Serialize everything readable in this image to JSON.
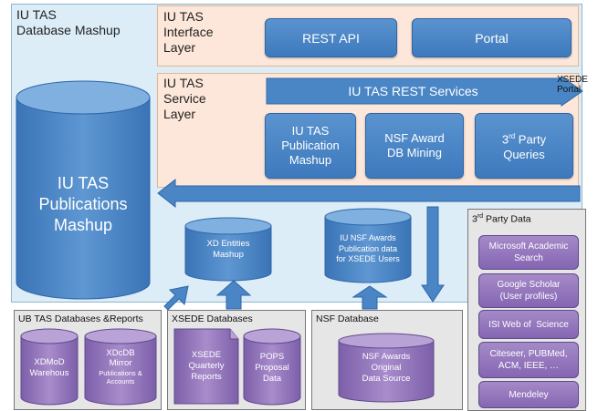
{
  "mashup_title": "IU TAS\nDatabase Mashup",
  "interface_layer": {
    "title": "IU TAS\nInterface\nLayer",
    "rest_api": "REST API",
    "portal": "Portal"
  },
  "service_layer": {
    "title": "IU TAS\nService\nLayer",
    "rest_services": "IU TAS REST Services",
    "xsede_portal": "XSEDE\nPortal",
    "publication_mashup": "IU TAS\nPublication\nMashup",
    "nsf_award_mining": "NSF Award\nDB Mining",
    "third_party_queries_sup": "rd",
    "third_party_queries_pre": "3",
    "third_party_queries_post": " Party\nQueries"
  },
  "publications_db": "IU TAS\nPublications\nMashup",
  "xd_entities": "XD Entities\nMashup",
  "nsf_awards_pub": "IU NSF Awards\nPublication data\nfor XSEDE Users",
  "third_party_data": {
    "title_pre": "3",
    "title_sup": "rd",
    "title_post": " Party Data",
    "items": [
      "Microsoft Academic\nSearch",
      "Google Scholar\n(User profiles)",
      "ISI Web of  Science",
      "Citeseer, PUBMed,\nACM, IEEE, …",
      "Mendeley"
    ]
  },
  "ub_panel": {
    "title": "UB TAS Databases &Reports",
    "xdmod": "XDMoD\nWarehous",
    "xdcdb_main": "XDcDB\nMirror",
    "xdcdb_sub": "Publications &\nAccounts"
  },
  "xsede_panel": {
    "title": "XSEDE Databases",
    "quarterly": "XSEDE\nQuarterly\nReports",
    "pops": "POPS\nProposal\nData"
  },
  "nsf_panel": {
    "title": "NSF Database",
    "source": "NSF Awards\nOriginal\nData Source"
  },
  "colors": {
    "blue": "#4a86c6",
    "purple": "#9476bd",
    "peach": "#fde7da",
    "light_blue": "#dcedf7"
  }
}
